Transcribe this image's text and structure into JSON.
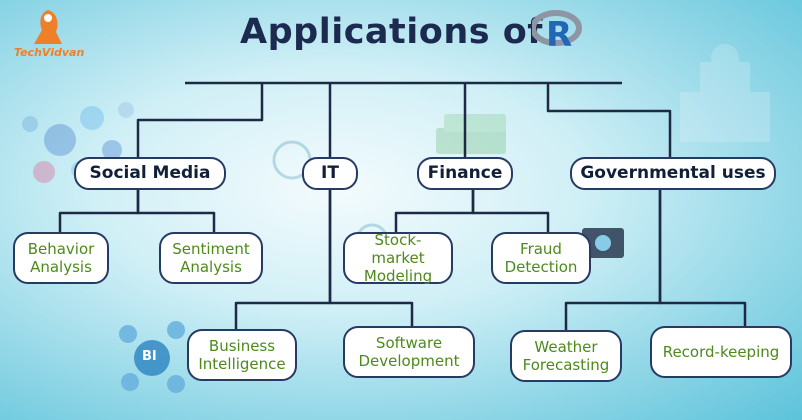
{
  "title": "Applications of",
  "logo": {
    "brand": "TechVidvan",
    "r_letter": "R"
  },
  "categories": [
    {
      "label": "Social Media",
      "items": [
        "Behavior\nAnalysis",
        "Sentiment\nAnalysis"
      ]
    },
    {
      "label": "IT",
      "items": [
        "Business\nIntelligence",
        "Software\nDevelopment"
      ]
    },
    {
      "label": "Finance",
      "items": [
        "Stock-market\nModeling",
        "Fraud\nDetection"
      ]
    },
    {
      "label": "Governmental uses",
      "items": [
        "Weather\nForecasting",
        "Record-keeping"
      ]
    }
  ],
  "decor": {
    "bi_label": "BI"
  },
  "colors": {
    "category_text": "#111f38",
    "item_text": "#4d8a1c",
    "connector": "#1c2a46",
    "node_border": "#273a63",
    "brand": "#f07f2a"
  }
}
